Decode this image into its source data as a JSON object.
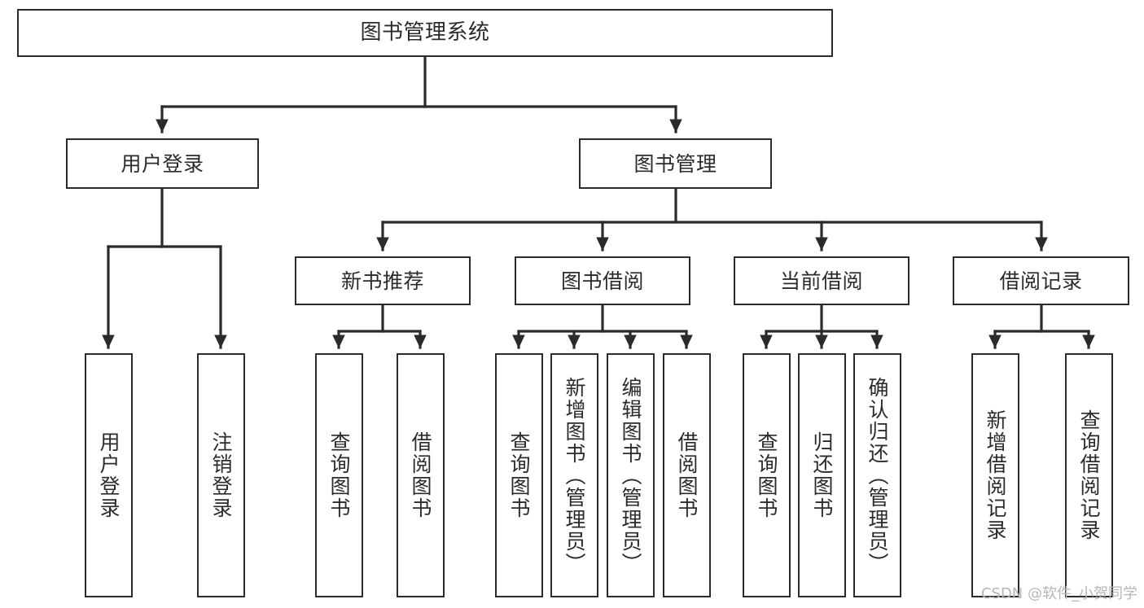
{
  "diagram": {
    "type": "tree",
    "title": "图书管理系统",
    "orientation": "top-down",
    "colors": {
      "stroke": "#2b2b2b",
      "fill": "#ffffff",
      "text": "#2b2b2b",
      "watermark": "#b6b6b6"
    },
    "root": {
      "label": "图书管理系统"
    },
    "level2": [
      {
        "label": "用户登录"
      },
      {
        "label": "图书管理"
      }
    ],
    "level3": [
      {
        "label": "新书推荐"
      },
      {
        "label": "图书借阅"
      },
      {
        "label": "当前借阅"
      },
      {
        "label": "借阅记录"
      }
    ],
    "leaves": {
      "user_login": [
        {
          "label": "用户登录"
        },
        {
          "label": "注销登录"
        }
      ],
      "new_book": [
        {
          "label": "查询图书"
        },
        {
          "label": "借阅图书"
        }
      ],
      "book_borrow": [
        {
          "label": "查询图书"
        },
        {
          "label": "新增图书（管理员）"
        },
        {
          "label": "编辑图书（管理员）"
        },
        {
          "label": "借阅图书"
        }
      ],
      "current_borrow": [
        {
          "label": "查询图书"
        },
        {
          "label": "归还图书"
        },
        {
          "label": "确认归还（管理员）"
        }
      ],
      "borrow_record": [
        {
          "label": "新增借阅记录"
        },
        {
          "label": "查询借阅记录"
        }
      ]
    }
  },
  "watermark": {
    "text": "CSDN @软件_小贺同学"
  }
}
